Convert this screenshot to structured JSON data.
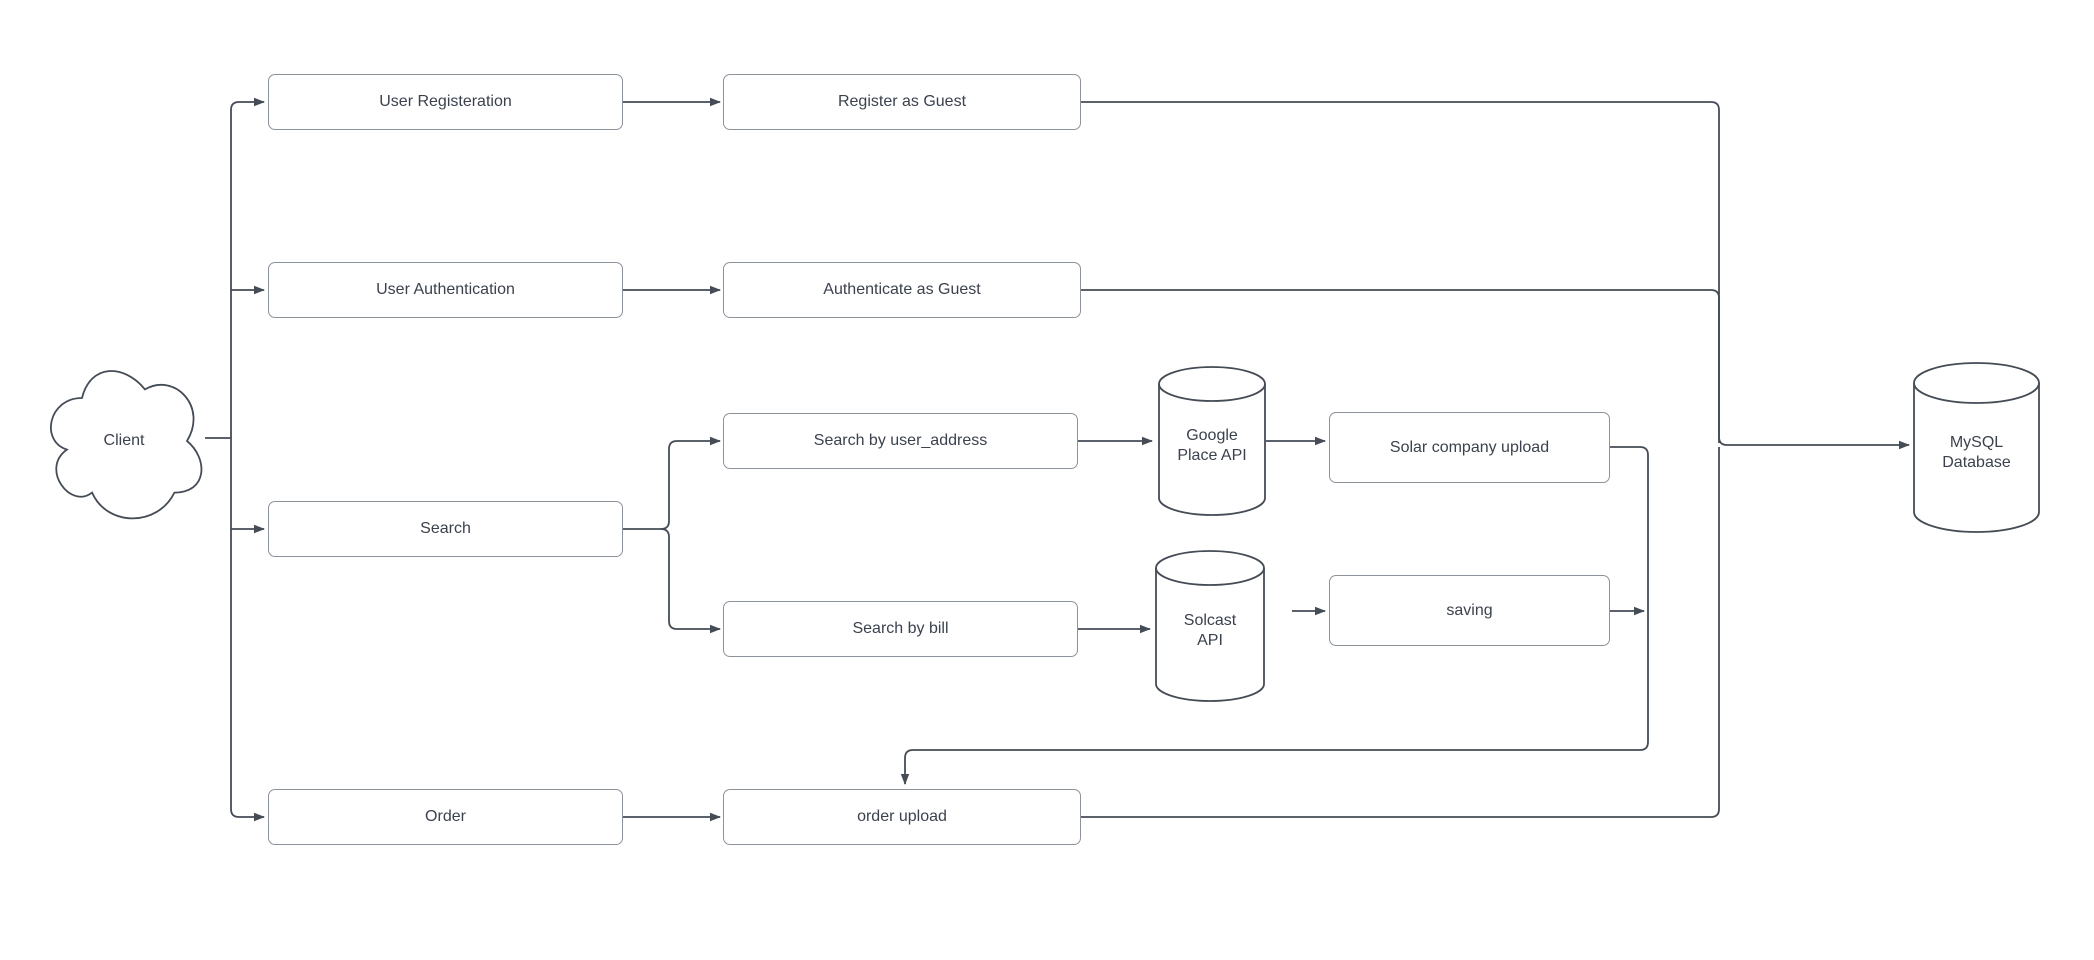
{
  "diagram": {
    "colors": {
      "edge": "#454C56",
      "rect_border": "#8D939A",
      "shape_stroke": "#454C56",
      "text": "#3B424D",
      "canvas_bg": "#FFFFFF"
    },
    "nodes": {
      "client": {
        "label": "Client",
        "shape": "cloud"
      },
      "user_registration": {
        "label": "User Registeration",
        "shape": "rectangle"
      },
      "register_as_guest": {
        "label": "Register as Guest",
        "shape": "rectangle"
      },
      "user_authentication": {
        "label": "User Authentication",
        "shape": "rectangle"
      },
      "authenticate_as_guest": {
        "label": "Authenticate as Guest",
        "shape": "rectangle"
      },
      "search": {
        "label": "Search",
        "shape": "rectangle"
      },
      "search_by_user_address": {
        "label": "Search by user_address",
        "shape": "rectangle"
      },
      "google_place_api": {
        "label": "Google Place API",
        "lines": [
          "Google",
          "Place API"
        ],
        "shape": "cylinder"
      },
      "solar_company_upload": {
        "label": "Solar company upload",
        "shape": "rectangle"
      },
      "search_by_bill": {
        "label": "Search by bill",
        "shape": "rectangle"
      },
      "solcast_api": {
        "label": "Solcast API",
        "lines": [
          "Solcast",
          "API"
        ],
        "shape": "cylinder"
      },
      "saving": {
        "label": "saving",
        "shape": "rectangle"
      },
      "order": {
        "label": "Order",
        "shape": "rectangle"
      },
      "order_upload": {
        "label": "order upload",
        "shape": "rectangle"
      },
      "mysql_database": {
        "label": "MySQL Database",
        "lines": [
          "MySQL",
          "Database"
        ],
        "shape": "cylinder"
      }
    },
    "edges": [
      {
        "from": "client",
        "to": "user_registration"
      },
      {
        "from": "client",
        "to": "user_authentication"
      },
      {
        "from": "client",
        "to": "search"
      },
      {
        "from": "client",
        "to": "order"
      },
      {
        "from": "user_registration",
        "to": "register_as_guest"
      },
      {
        "from": "user_authentication",
        "to": "authenticate_as_guest"
      },
      {
        "from": "search",
        "to": "search_by_user_address"
      },
      {
        "from": "search",
        "to": "search_by_bill"
      },
      {
        "from": "search_by_user_address",
        "to": "google_place_api"
      },
      {
        "from": "google_place_api",
        "to": "solar_company_upload"
      },
      {
        "from": "search_by_bill",
        "to": "solcast_api"
      },
      {
        "from": "solcast_api",
        "to": "saving"
      },
      {
        "from": "solar_company_upload",
        "to": "order_upload"
      },
      {
        "from": "saving",
        "to": "order_upload"
      },
      {
        "from": "order",
        "to": "order_upload"
      },
      {
        "from": "register_as_guest",
        "to": "mysql_database"
      },
      {
        "from": "authenticate_as_guest",
        "to": "mysql_database"
      },
      {
        "from": "order_upload",
        "to": "mysql_database"
      }
    ]
  }
}
